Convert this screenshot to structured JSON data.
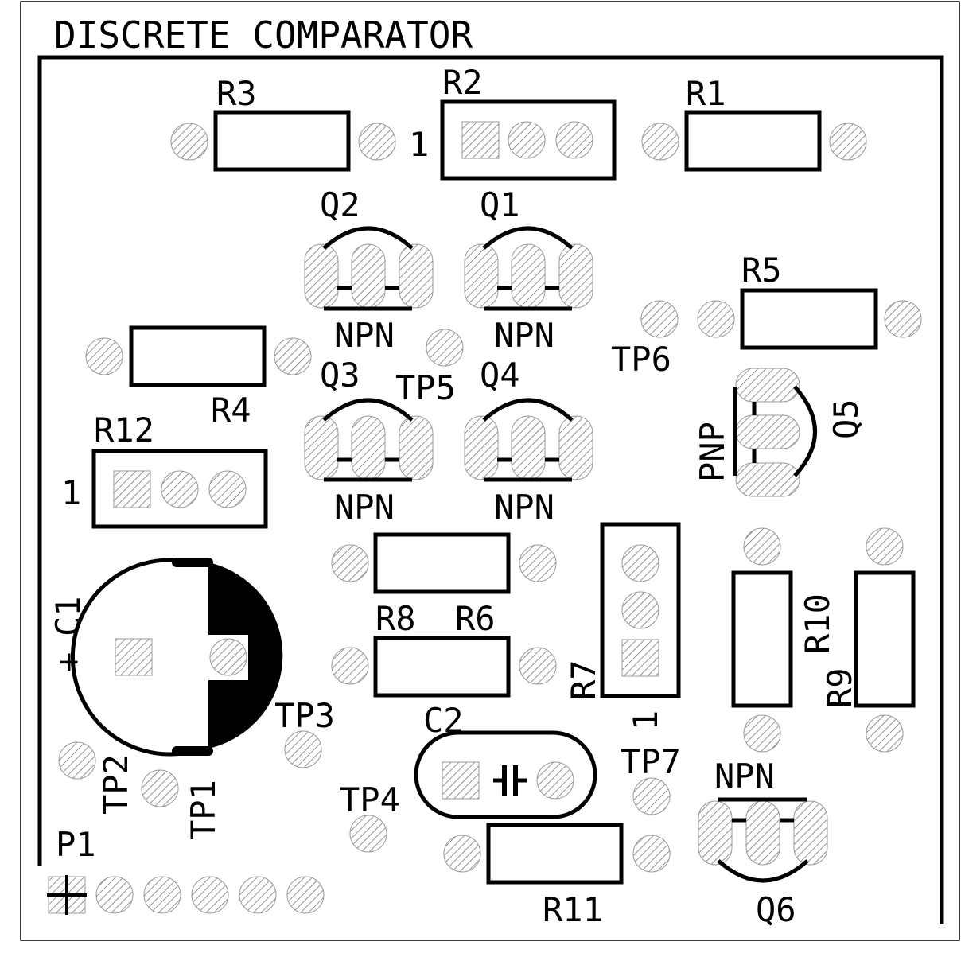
{
  "title": "DISCRETE COMPARATOR",
  "colors": {
    "ink": "#000000",
    "pad_fill": "#d8d8d8",
    "background": "#ffffff"
  },
  "refdes": {
    "R1": "R1",
    "R2": "R2",
    "R3": "R3",
    "R4": "R4",
    "R5": "R5",
    "R6": "R6",
    "R7": "R7",
    "R8": "R8",
    "R9": "R9",
    "R10": "R10",
    "R11": "R11",
    "R12": "R12",
    "Q1": "Q1",
    "Q2": "Q2",
    "Q3": "Q3",
    "Q4": "Q4",
    "Q5": "Q5",
    "Q6": "Q6",
    "C1": "C1",
    "C2": "C2",
    "P1": "P1",
    "TP1": "TP1",
    "TP2": "TP2",
    "TP3": "TP3",
    "TP4": "TP4",
    "TP5": "TP5",
    "TP6": "TP6",
    "TP7": "TP7"
  },
  "types": {
    "npn": "NPN",
    "pnp": "PNP"
  },
  "pin1": "1",
  "polarity_plus": "+"
}
